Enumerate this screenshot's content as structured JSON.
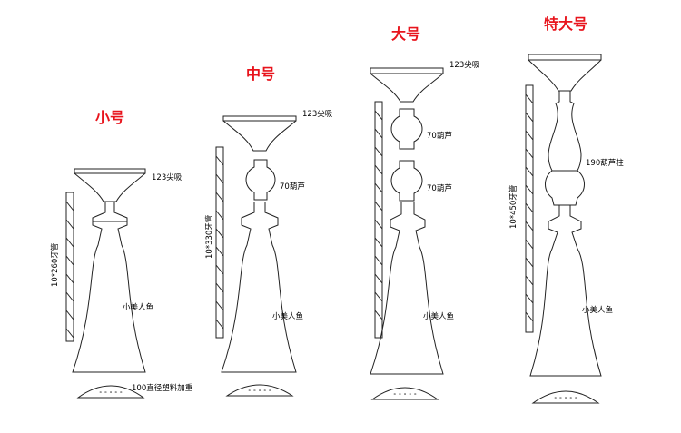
{
  "variants": [
    {
      "title": "小号",
      "cup_label": "123尖吸",
      "gourd_labels": [],
      "pipe_label": "10*260牙管",
      "mermaid_label": "小美人鱼",
      "base_label": "100直径塑料加重"
    },
    {
      "title": "中号",
      "cup_label": "123尖吸",
      "gourd_labels": [
        "70葫芦"
      ],
      "pipe_label": "10*330牙管",
      "mermaid_label": "小美人鱼",
      "base_label": ""
    },
    {
      "title": "大号",
      "cup_label": "123尖吸",
      "gourd_labels": [
        "70葫芦",
        "70葫芦"
      ],
      "pipe_label": "",
      "mermaid_label": "小美人鱼",
      "base_label": ""
    },
    {
      "title": "特大号",
      "cup_label": "",
      "gourd_labels": [
        "190葫芦柱"
      ],
      "pipe_label": "10*450牙管",
      "mermaid_label": "小美人鱼",
      "base_label": ""
    }
  ],
  "colors": {
    "title": "#e8141c",
    "line": "#222222",
    "text": "#222222"
  }
}
